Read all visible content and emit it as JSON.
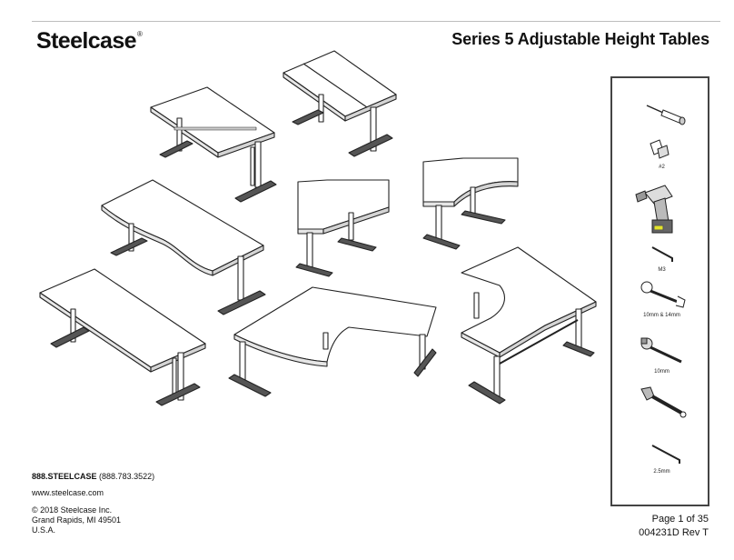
{
  "header": {
    "brand": "Steelcase",
    "brand_mark": "®",
    "title": "Series 5 Adjustable Height Tables"
  },
  "tools": {
    "socket_label": "#2",
    "allen_label": "M3",
    "wrench_label": "10mm & 14mm",
    "ratchet_label": "10mm",
    "hex_key_label": "2.5mm"
  },
  "footer": {
    "phone_bold": "888.STEELCASE",
    "phone_digits": "(888.783.3522)",
    "website": "www.steelcase.com",
    "copyright": "© 2018 Steelcase Inc.",
    "city": "Grand Rapids, MI 49501",
    "country": "U.S.A.",
    "page_label": "Page 1 of 35",
    "doc_code": "004231D Rev T"
  }
}
